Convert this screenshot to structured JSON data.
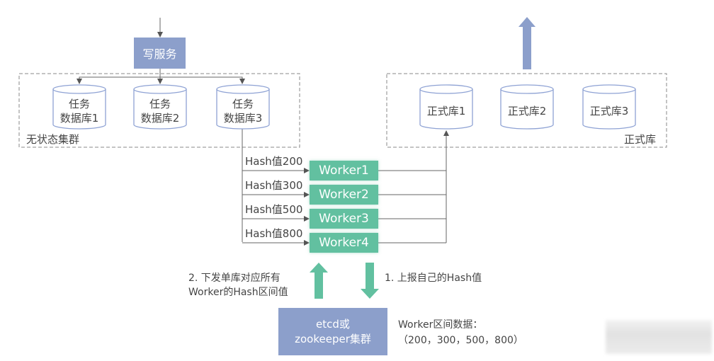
{
  "write_service": {
    "label": "写服务"
  },
  "stateless_cluster": {
    "label": "无状态集群",
    "databases": [
      {
        "line1": "任务",
        "line2": "数据库1"
      },
      {
        "line1": "任务",
        "line2": "数据库2"
      },
      {
        "line1": "任务",
        "line2": "数据库3"
      }
    ]
  },
  "formal_cluster": {
    "label": "正式库",
    "databases": [
      {
        "label": "正式库1"
      },
      {
        "label": "正式库2"
      },
      {
        "label": "正式库3"
      }
    ]
  },
  "hash_labels": [
    "Hash值200",
    "Hash值300",
    "Hash值500",
    "Hash值800"
  ],
  "workers": [
    "Worker1",
    "Worker2",
    "Worker3",
    "Worker4"
  ],
  "arrows": {
    "dispatch_line1": "2. 下发单库对应所有",
    "dispatch_line2": "Worker的Hash区间值",
    "report": "1. 上报自己的Hash值"
  },
  "coordinator": {
    "line1": "etcd或",
    "line2": "zookeeper集群"
  },
  "interval_data": {
    "title": "Worker区间数据：",
    "values": "（200，300，500，800）"
  },
  "colors": {
    "blue": "#8c9fcb",
    "green": "#62c0a0",
    "db_stroke": "#8ea2d4",
    "line": "#666666",
    "dash": "#888888"
  }
}
